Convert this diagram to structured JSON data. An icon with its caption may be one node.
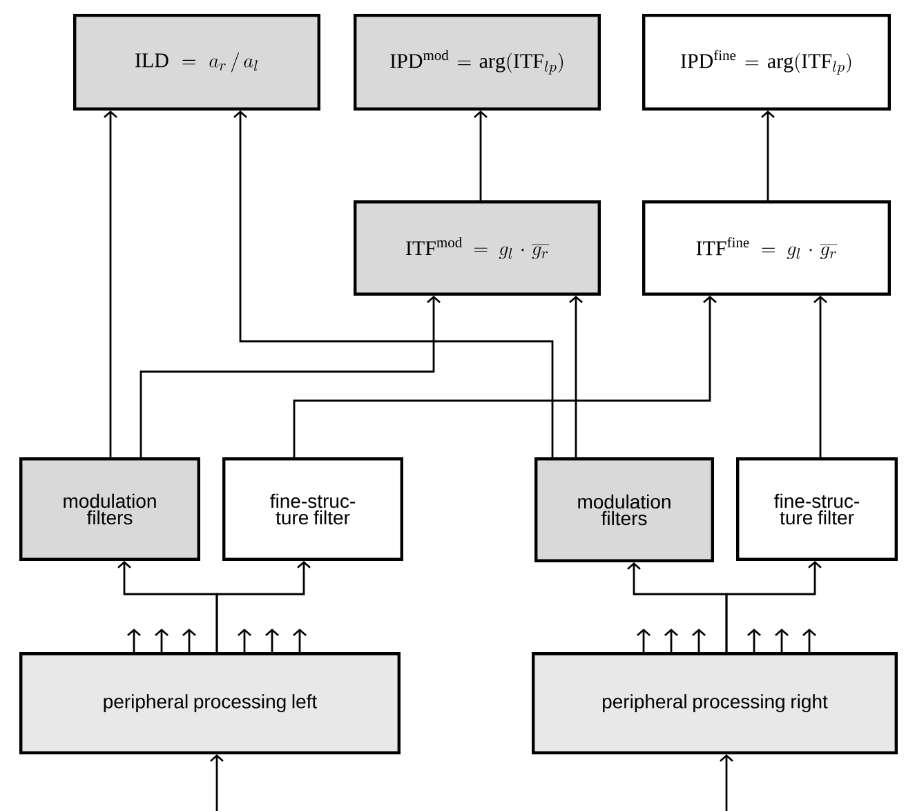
{
  "diagram": {
    "nodes": [
      {
        "text": [
          "\\mathrm{ILD} = a_r \\,/\\, a_l"
        ]
      },
      {
        "text": [
          "\\mathrm{IPD}^{\\mathrm{mod}} = \\arg(\\mathrm{ITF}_{lp})"
        ]
      },
      {
        "text": [
          "\\mathrm{IPD}^{\\mathrm{fine}} = \\arg(\\mathrm{ITF}_{lp})"
        ]
      },
      {
        "text": [
          "\\mathrm{ITF}^{\\mathrm{mod}} = g_l \\cdot \\overline{g_r}"
        ]
      },
      {
        "text": [
          "\\mathrm{ITF}^{\\mathrm{fine}} = g_l \\cdot \\overline{g_r}"
        ]
      },
      {
        "text": [
          "modulation filters"
        ]
      },
      {
        "text": [
          "fine-struc- ture filter"
        ]
      },
      {
        "text": [
          "modulation filters"
        ]
      },
      {
        "text": [
          "fine-struc- ture filter"
        ]
      },
      {
        "text": [
          "peripheral processing left"
        ]
      },
      {
        "text": [
          "peripheral processing right"
        ]
      }
    ],
    "edges": [
      {
        "from": 5,
        "to": 0,
        "arrow": "to"
      },
      {
        "from": 7,
        "to": 0,
        "arrow": "to"
      },
      {
        "from": 5,
        "to": 3,
        "arrow": "to"
      },
      {
        "from": 7,
        "to": 3,
        "arrow": "to"
      },
      {
        "from": 6,
        "to": 4,
        "arrow": "to"
      },
      {
        "from": 8,
        "to": 4,
        "arrow": "to"
      },
      {
        "from": 3,
        "to": 1,
        "arrow": "to"
      },
      {
        "from": 4,
        "to": 2,
        "arrow": "to"
      },
      {
        "from": 9,
        "to": 5,
        "arrow": "to"
      },
      {
        "from": 9,
        "to": 6,
        "arrow": "to"
      },
      {
        "from": 10,
        "to": 7,
        "arrow": "to"
      },
      {
        "from": 10,
        "to": 8,
        "arrow": "to"
      },
      {
        "from": null,
        "to": 9,
        "arrow": "to"
      },
      {
        "from": null,
        "to": 10,
        "arrow": "to"
      },
      {
        "from": 9,
        "to": null,
        "arrow": "to"
      },
      {
        "from": 9,
        "to": null,
        "arrow": "to"
      },
      {
        "from": 9,
        "to": null,
        "arrow": "to"
      },
      {
        "from": 9,
        "to": null,
        "arrow": "to"
      },
      {
        "from": 9,
        "to": null,
        "arrow": "to"
      },
      {
        "from": 9,
        "to": null,
        "arrow": "to"
      },
      {
        "from": 10,
        "to": null,
        "arrow": "to"
      },
      {
        "from": 10,
        "to": null,
        "arrow": "to"
      },
      {
        "from": 10,
        "to": null,
        "arrow": "to"
      },
      {
        "from": 10,
        "to": null,
        "arrow": "to"
      },
      {
        "from": 10,
        "to": null,
        "arrow": "to"
      },
      {
        "from": 10,
        "to": null,
        "arrow": "to"
      }
    ]
  }
}
